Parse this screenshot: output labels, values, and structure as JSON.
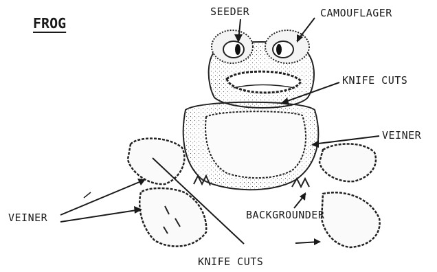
{
  "title": "FROG",
  "labels": {
    "seeder": "SEEDER",
    "camouflager": "CAMOUFLAGER",
    "knife_cuts_top": "KNIFE CUTS",
    "veiner_right": "VEINER",
    "veiner_left": "VEINER",
    "backgrounder": "BACKGROUNDER",
    "knife_cuts_bottom": "KNIFE CUTS"
  },
  "colors": {
    "ink": "#1a1a1a",
    "paper": "#ffffff"
  }
}
